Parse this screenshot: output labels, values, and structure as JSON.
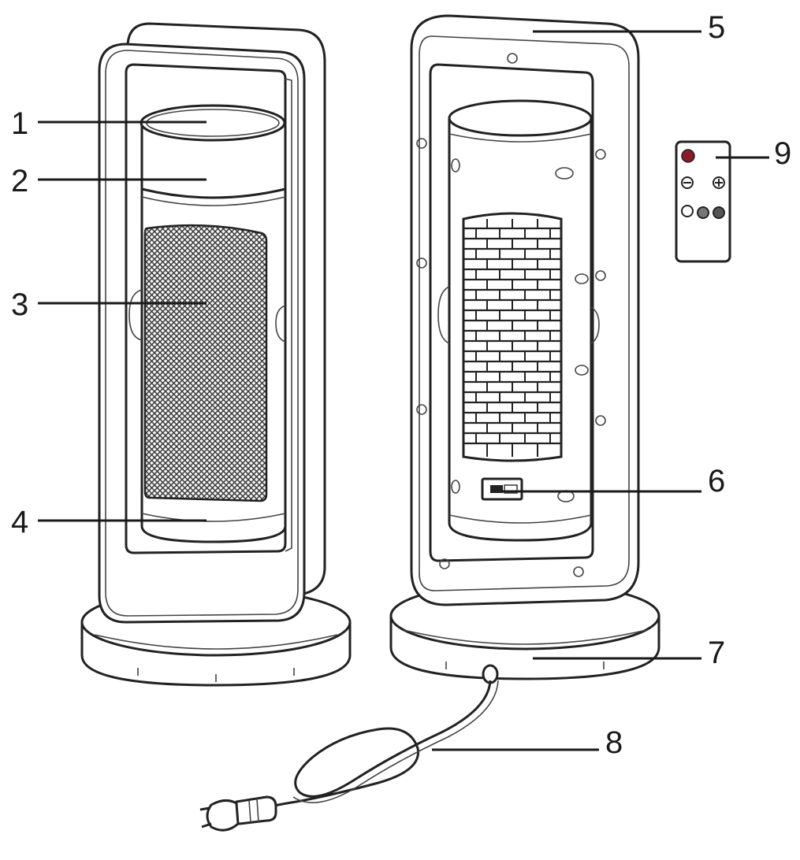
{
  "labels": [
    {
      "id": "1",
      "text": "1"
    },
    {
      "id": "2",
      "text": "2"
    },
    {
      "id": "3",
      "text": "3"
    },
    {
      "id": "4",
      "text": "4"
    },
    {
      "id": "5",
      "text": "5"
    },
    {
      "id": "6",
      "text": "6"
    },
    {
      "id": "7",
      "text": "7"
    },
    {
      "id": "8",
      "text": "8"
    },
    {
      "id": "9",
      "text": "9"
    }
  ],
  "colors": {
    "line": "#1a1a1a",
    "power_button": "#8b1a2b",
    "mesh": "#3a3a3a"
  }
}
